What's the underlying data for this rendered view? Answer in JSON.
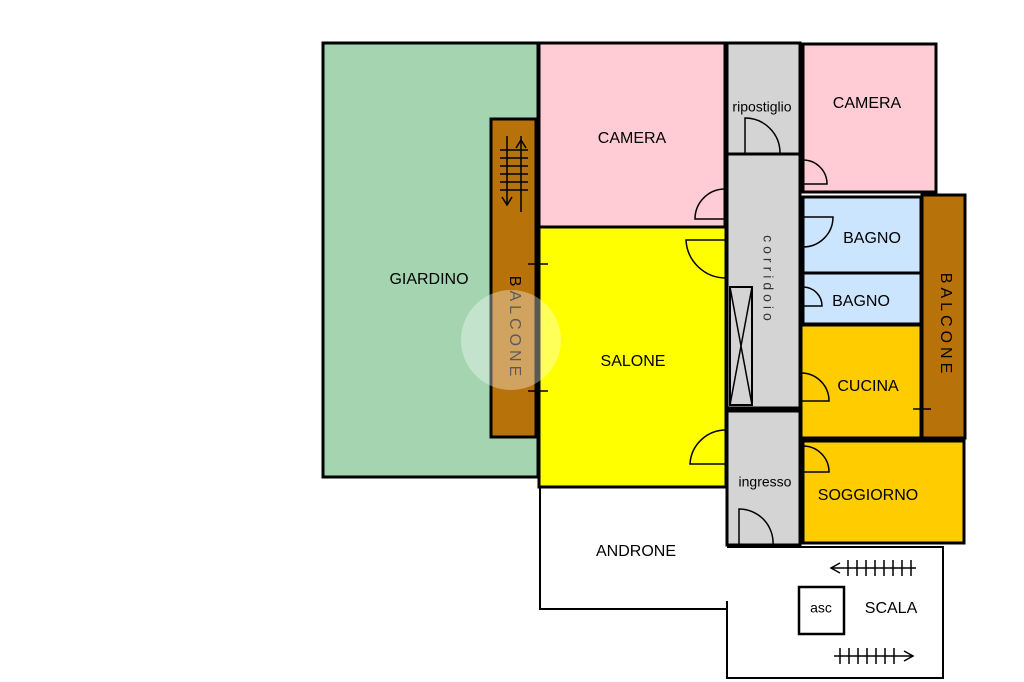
{
  "rooms": {
    "giardino": "GIARDINO",
    "camera_1": "CAMERA",
    "ripostiglio": "ripostiglio",
    "camera_2": "CAMERA",
    "corridoio": "corridoio",
    "bagno_1": "BAGNO",
    "bagno_2": "BAGNO",
    "balcone_left": "BALCONE",
    "balcone_right": "BALCONE",
    "salone": "SALONE",
    "cucina": "CUCINA",
    "ingresso": "ingresso",
    "soggiorno": "SOGGIORNO",
    "androne": "ANDRONE",
    "scala": "SCALA",
    "ascensore": "asc"
  },
  "colors": {
    "giardino": "#a5d4b1",
    "camera": "#ffccd5",
    "service": "#d4d4d4",
    "bagno": "#cce5ff",
    "balcone": "#b8720a",
    "salone": "#ffff00",
    "kitchen": "#ffcc00",
    "wall": "#000000"
  }
}
